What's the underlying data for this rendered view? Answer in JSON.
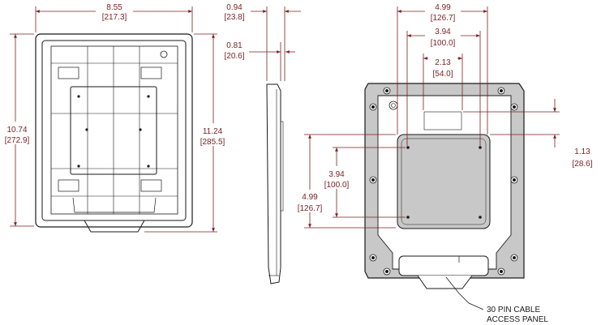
{
  "colors": {
    "dimension": "#7a1f22",
    "outline": "#1a1a1a",
    "plate": "#c8c8c8",
    "background": "#ffffff"
  },
  "front_view": {
    "width": {
      "in": "8.55",
      "mm": "[217.3]"
    },
    "inner_height": {
      "in": "10.74",
      "mm": "[272.9]"
    },
    "outer_height": {
      "in": "11.24",
      "mm": "[285.5]"
    }
  },
  "side_view": {
    "depth": {
      "in": "0.94",
      "mm": "[23.8]"
    },
    "plate_depth": {
      "in": "0.81",
      "mm": "[20.6]"
    }
  },
  "back_view": {
    "width_outer": {
      "in": "4.99",
      "mm": "[126.7]"
    },
    "width_mid": {
      "in": "3.94",
      "mm": "[100.0]"
    },
    "width_inner": {
      "in": "2.13",
      "mm": "[54.0]"
    },
    "offset": {
      "in": "1.13",
      "mm": "[28.6]"
    },
    "height_mid": {
      "in": "3.94",
      "mm": "[100.0]"
    },
    "height_outer": {
      "in": "4.99",
      "mm": "[126.7]"
    },
    "callout_line1": "30 PIN CABLE",
    "callout_line2": "ACCESS PANEL"
  }
}
